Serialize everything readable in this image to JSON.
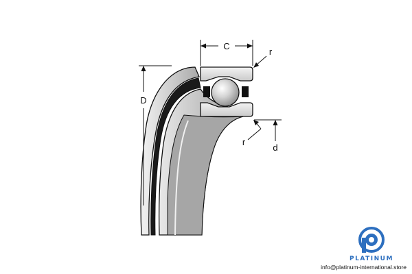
{
  "labels": {
    "C": "C",
    "D": "D",
    "d": "d",
    "r_top": "r",
    "r_bottom": "r"
  },
  "brand": {
    "name": "PLATINUM",
    "email": "info@platinum-international.store",
    "color": "#2d6fbf"
  },
  "colors": {
    "outline": "#111111",
    "shade_light": "#e6e6e6",
    "shade_mid": "#bdbdbd",
    "shade_dark": "#8e8e8e",
    "ball": "#d0d0d0"
  }
}
